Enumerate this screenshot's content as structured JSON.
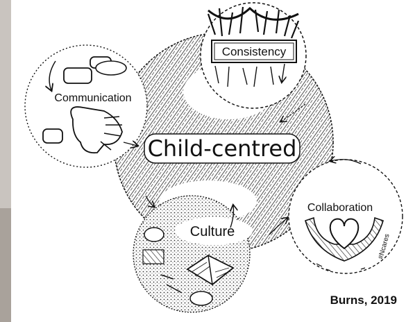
{
  "diagram": {
    "center": {
      "label": "Child-centred"
    },
    "nodes": [
      {
        "id": "consistency",
        "label": "Consistency",
        "icon": "arrows-icon"
      },
      {
        "id": "communication",
        "label": "Communication",
        "icon": "speech-bubbles-hand-icon"
      },
      {
        "id": "culture",
        "label": "Culture",
        "icon": "books-and-objects-icon"
      },
      {
        "id": "collaboration",
        "label": "Collaboration",
        "icon": "hands-holding-heart-icon"
      }
    ],
    "hashtag": "#Ncares",
    "credit": "Burns, 2019",
    "colors": {
      "ink": "#111111",
      "background": "#ffffff",
      "left_edge": "#c9c4bf"
    }
  }
}
